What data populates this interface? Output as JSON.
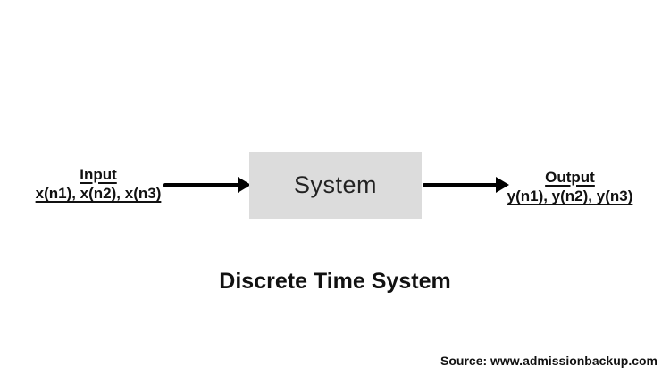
{
  "diagram": {
    "input": {
      "label": "Input",
      "values": "x(n1), x(n2), x(n3)"
    },
    "system": {
      "label": "System"
    },
    "output": {
      "label": "Output",
      "values": "y(n1), y(n2), y(n3)"
    },
    "title": "Discrete Time System",
    "source": "Source: www.admissionbackup.com",
    "colors": {
      "background": "#ffffff",
      "box_fill": "#dcdcdc",
      "text": "#111111",
      "arrow": "#000000"
    }
  }
}
